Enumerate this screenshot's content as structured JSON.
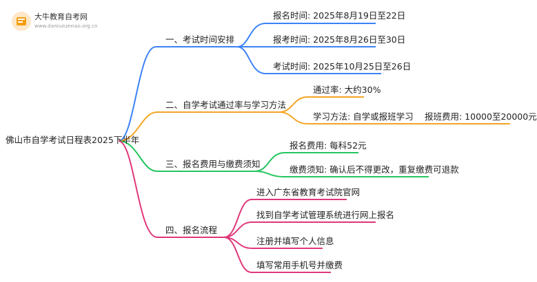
{
  "logo": {
    "title": "大牛教育自考网",
    "url": "www.daniuzuexiao.org.cn"
  },
  "root": {
    "label": "佛山市自学考试日程表2025下半年"
  },
  "branches": [
    {
      "label": "一、考试时间安排",
      "color": "#3b82f6",
      "children": [
        {
          "label": "报名时间: 2025年8月19日至22日"
        },
        {
          "label": "报考时间: 2025年8月26日至30日"
        },
        {
          "label": "考试时间: 2025年10月25日至26日"
        }
      ]
    },
    {
      "label": "二、自学考试通过率与学习方法",
      "color": "#f5a524",
      "children": [
        {
          "label": "通过率: 大约30%"
        },
        {
          "label": "学习方法: 自学或报班学习",
          "children": [
            {
              "label": "报班费用: 10000至20000元"
            }
          ]
        }
      ]
    },
    {
      "label": "三、报名费用与缴费须知",
      "color": "#22c55e",
      "children": [
        {
          "label": "报名费用: 每科52元"
        },
        {
          "label": "缴费须知: 确认后不得更改，重复缴费可退款"
        }
      ]
    },
    {
      "label": "四、报名流程",
      "color": "#e0367a",
      "children": [
        {
          "label": "进入广东省教育考试院官网"
        },
        {
          "label": "找到自学考试管理系统进行网上报名"
        },
        {
          "label": "注册并填写个人信息"
        },
        {
          "label": "填写常用手机号并缴费"
        }
      ]
    }
  ]
}
